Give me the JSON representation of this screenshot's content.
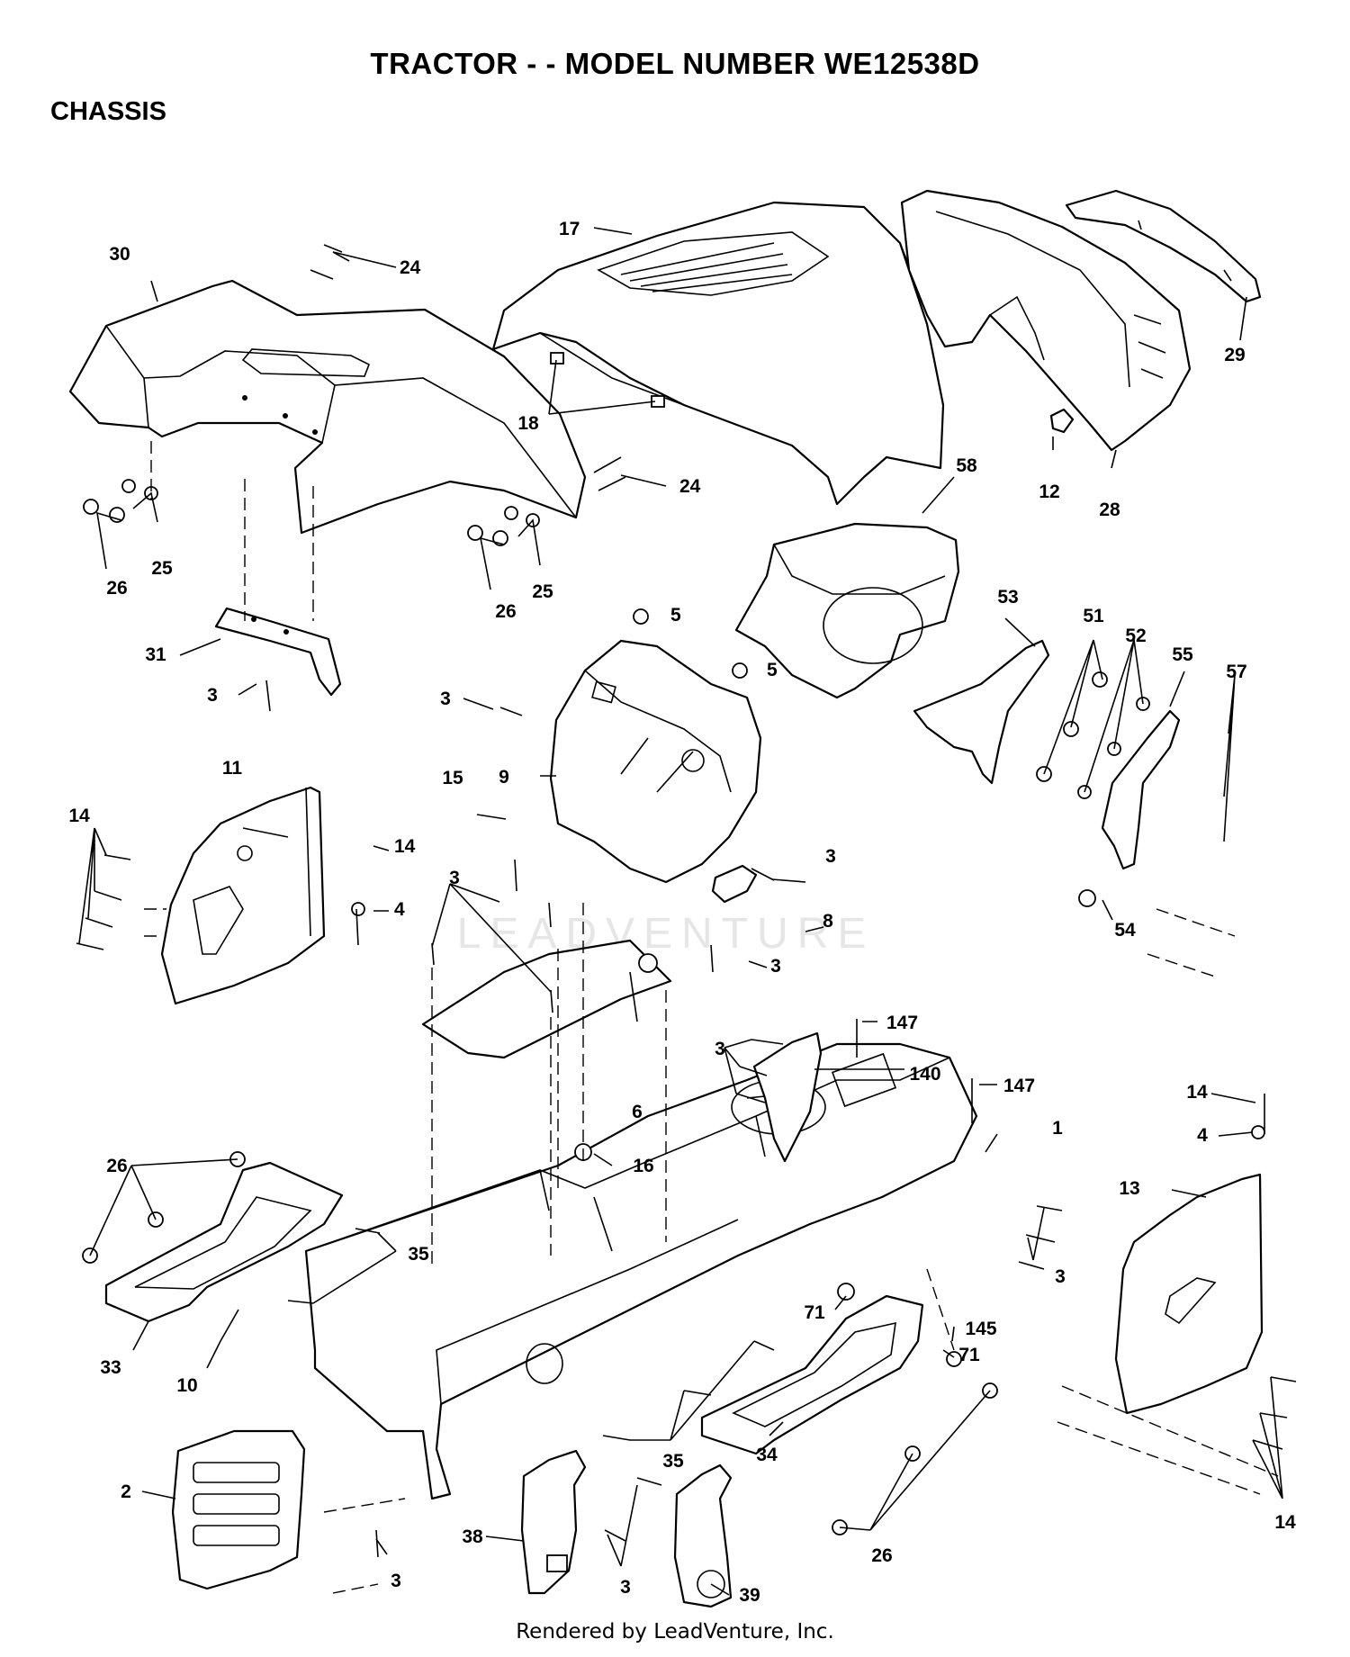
{
  "title": "TRACTOR - - MODEL NUMBER WE12538D",
  "section": "CHASSIS",
  "footer": "Rendered by LeadVenture, Inc.",
  "watermark": "LEADVENTURE",
  "callouts": [
    {
      "id": "c30",
      "text": "30"
    },
    {
      "id": "c24a",
      "text": "24"
    },
    {
      "id": "c17",
      "text": "17"
    },
    {
      "id": "c29",
      "text": "29"
    },
    {
      "id": "c18",
      "text": "18"
    },
    {
      "id": "c24b",
      "text": "24"
    },
    {
      "id": "c12",
      "text": "12"
    },
    {
      "id": "c28",
      "text": "28"
    },
    {
      "id": "c25a",
      "text": "25"
    },
    {
      "id": "c26a",
      "text": "26"
    },
    {
      "id": "c25b",
      "text": "25"
    },
    {
      "id": "c26b",
      "text": "26"
    },
    {
      "id": "c58",
      "text": "58"
    },
    {
      "id": "c5a",
      "text": "5"
    },
    {
      "id": "c5b",
      "text": "5"
    },
    {
      "id": "c53",
      "text": "53"
    },
    {
      "id": "c51",
      "text": "51"
    },
    {
      "id": "c52",
      "text": "52"
    },
    {
      "id": "c55",
      "text": "55"
    },
    {
      "id": "c57",
      "text": "57"
    },
    {
      "id": "c31",
      "text": "31"
    },
    {
      "id": "c3a",
      "text": "3"
    },
    {
      "id": "c3b",
      "text": "3"
    },
    {
      "id": "c9",
      "text": "9"
    },
    {
      "id": "c15",
      "text": "15"
    },
    {
      "id": "c3c",
      "text": "3"
    },
    {
      "id": "c11",
      "text": "11"
    },
    {
      "id": "c14a",
      "text": "14"
    },
    {
      "id": "c14b",
      "text": "14"
    },
    {
      "id": "c4a",
      "text": "4"
    },
    {
      "id": "c54",
      "text": "54"
    },
    {
      "id": "c8",
      "text": "8"
    },
    {
      "id": "c3d",
      "text": "3"
    },
    {
      "id": "c3e",
      "text": "3"
    },
    {
      "id": "c6",
      "text": "6"
    },
    {
      "id": "c147a",
      "text": "147"
    },
    {
      "id": "c140",
      "text": "140"
    },
    {
      "id": "c147b",
      "text": "147"
    },
    {
      "id": "c3f",
      "text": "3"
    },
    {
      "id": "c1",
      "text": "1"
    },
    {
      "id": "c14c",
      "text": "14"
    },
    {
      "id": "c4b",
      "text": "4"
    },
    {
      "id": "c16",
      "text": "16"
    },
    {
      "id": "c26c",
      "text": "26"
    },
    {
      "id": "c13",
      "text": "13"
    },
    {
      "id": "c35a",
      "text": "35"
    },
    {
      "id": "c3g",
      "text": "3"
    },
    {
      "id": "c71a",
      "text": "71"
    },
    {
      "id": "c145",
      "text": "145"
    },
    {
      "id": "c71b",
      "text": "71"
    },
    {
      "id": "c33",
      "text": "33"
    },
    {
      "id": "c10",
      "text": "10"
    },
    {
      "id": "c2",
      "text": "2"
    },
    {
      "id": "c35b",
      "text": "35"
    },
    {
      "id": "c34",
      "text": "34"
    },
    {
      "id": "c14d",
      "text": "14"
    },
    {
      "id": "c38",
      "text": "38"
    },
    {
      "id": "c39",
      "text": "39"
    },
    {
      "id": "c26d",
      "text": "26"
    },
    {
      "id": "c3h",
      "text": "3"
    },
    {
      "id": "c3i",
      "text": "3"
    }
  ]
}
